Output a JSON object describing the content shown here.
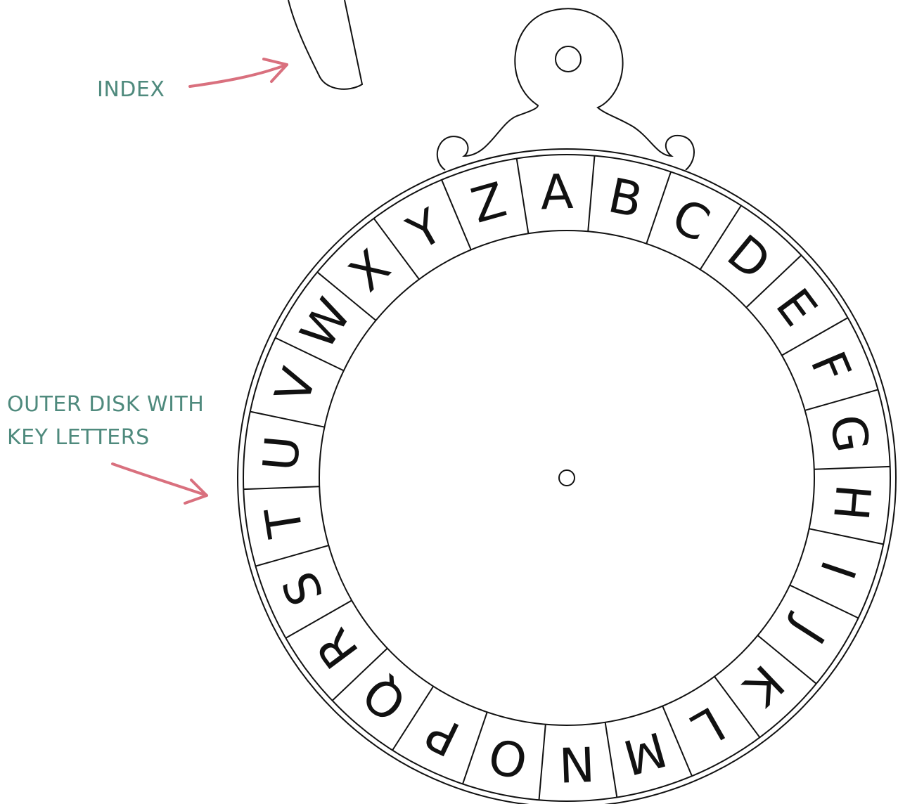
{
  "labels": {
    "index": "INDEX",
    "outer_disk_line1": "OUTER DISK WITH",
    "outer_disk_line2": "KEY LETTERS"
  },
  "disk": {
    "letters": [
      "A",
      "B",
      "C",
      "D",
      "E",
      "F",
      "G",
      "H",
      "I",
      "J",
      "K",
      "L",
      "M",
      "N",
      "O",
      "P",
      "Q",
      "R",
      "S",
      "T",
      "U",
      "V",
      "W",
      "X",
      "Y",
      "Z"
    ]
  },
  "colors": {
    "label": "#4f8a7d",
    "arrow": "#d9707e",
    "outline": "#111111"
  }
}
